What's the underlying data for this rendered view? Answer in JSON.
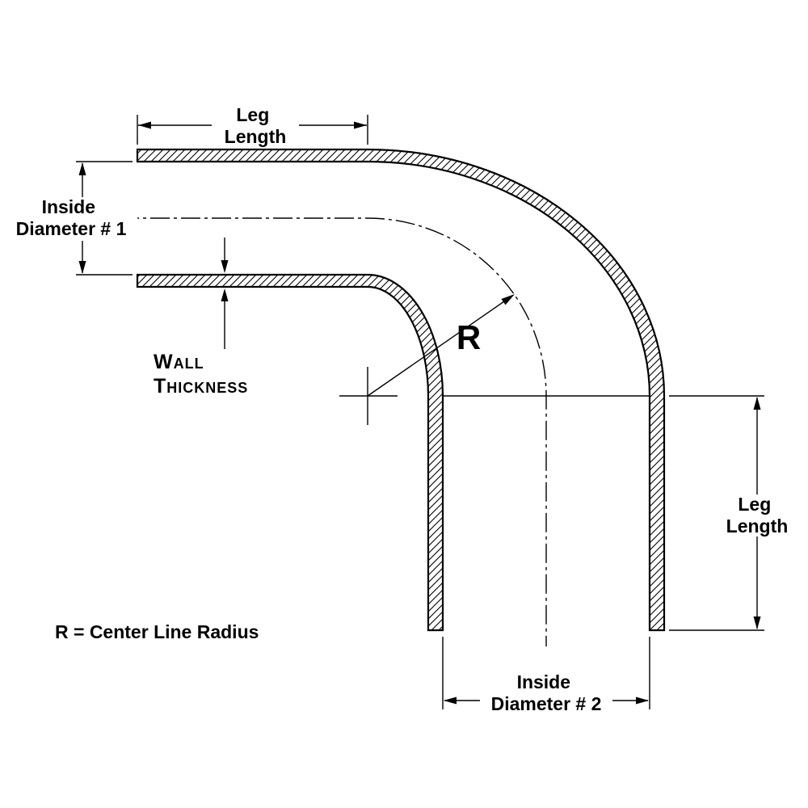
{
  "diagram": {
    "labels": {
      "leg_length_top": {
        "line1": "Leg",
        "line2": "Length"
      },
      "inside_diameter_1": {
        "line1": "Inside",
        "line2": "Diameter # 1"
      },
      "wall_thickness": {
        "line1": "Wall",
        "line2": "Thickness"
      },
      "radius_symbol": "R",
      "leg_length_right": {
        "line1": "Leg",
        "line2": "Length"
      },
      "inside_diameter_2": {
        "line1": "Inside",
        "line2": "Diameter # 2"
      },
      "note": "R = Center Line Radius"
    },
    "colors": {
      "line": "#000000",
      "background": "#ffffff"
    }
  }
}
